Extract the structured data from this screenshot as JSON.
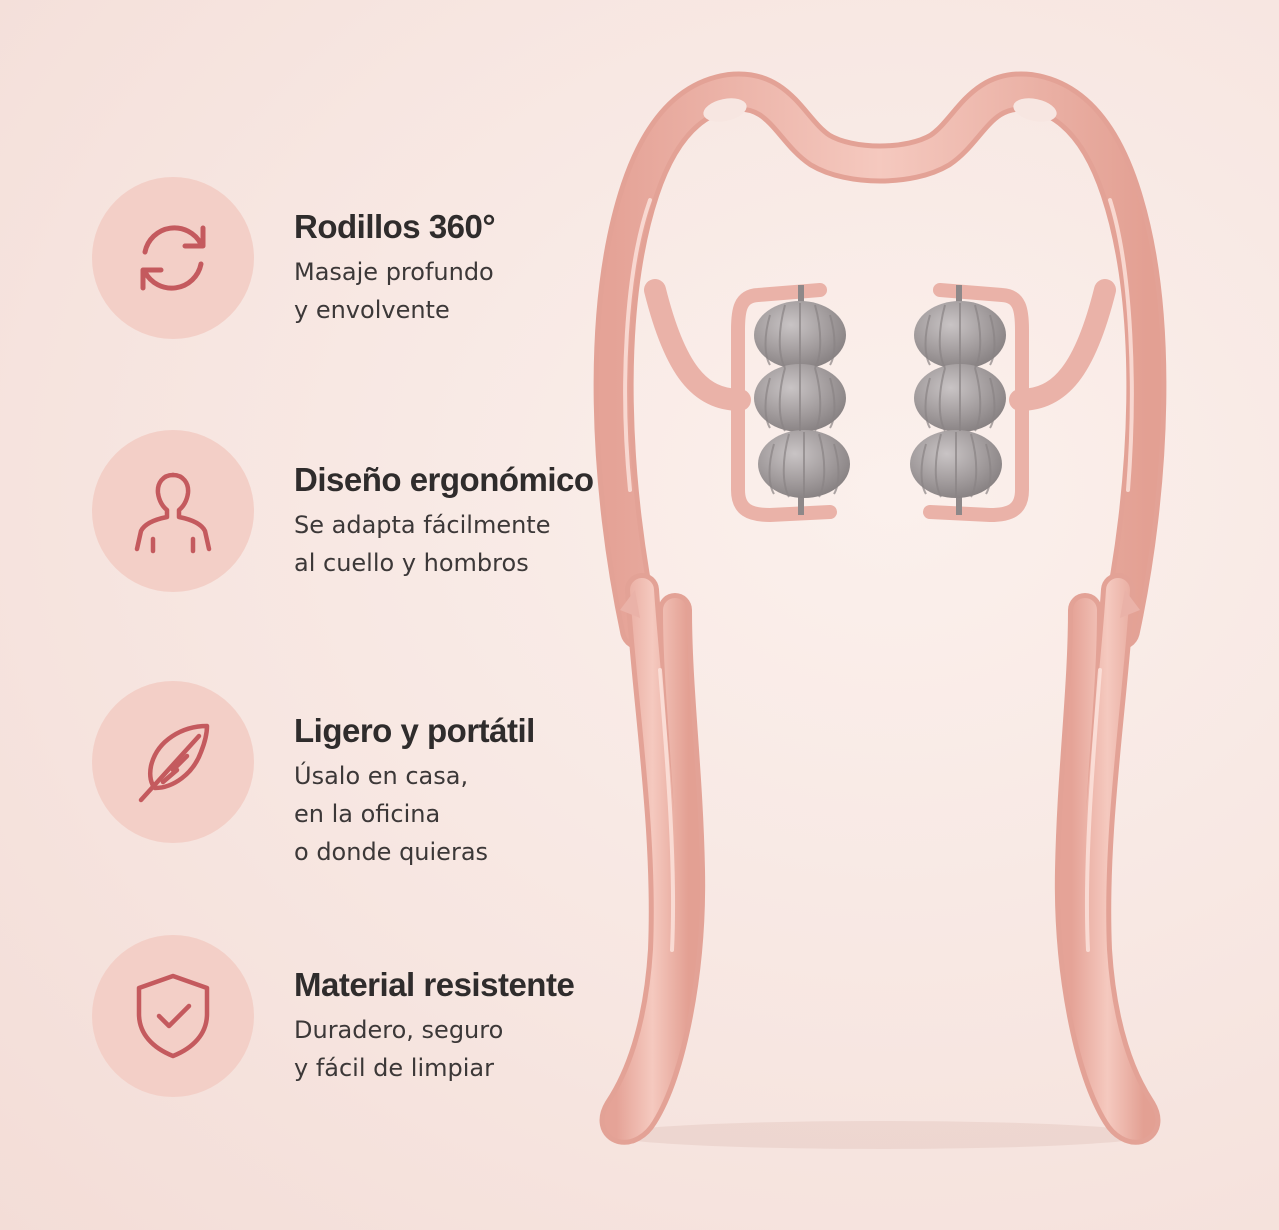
{
  "theme": {
    "accent": "#c45a5e",
    "circle": "#f3cfc7",
    "product_pink": "#eab2a8",
    "roller_gray": "#9a9496"
  },
  "features": [
    {
      "icon": "rotate-arrows-icon",
      "title": "Rodillos 360°",
      "lines": [
        "Masaje profundo",
        "y envolvente"
      ]
    },
    {
      "icon": "person-shoulders-icon",
      "title": "Diseño ergonómico",
      "lines": [
        "Se adapta fácilmente",
        "al cuello y hombros"
      ]
    },
    {
      "icon": "feather-icon",
      "title": "Ligero y portátil",
      "lines": [
        "Úsalo en casa,",
        "en la oficina",
        "o donde quieras"
      ]
    },
    {
      "icon": "shield-check-icon",
      "title": "Material resistente",
      "lines": [
        "Duradero, seguro",
        "y fácil de limpiar"
      ]
    }
  ]
}
